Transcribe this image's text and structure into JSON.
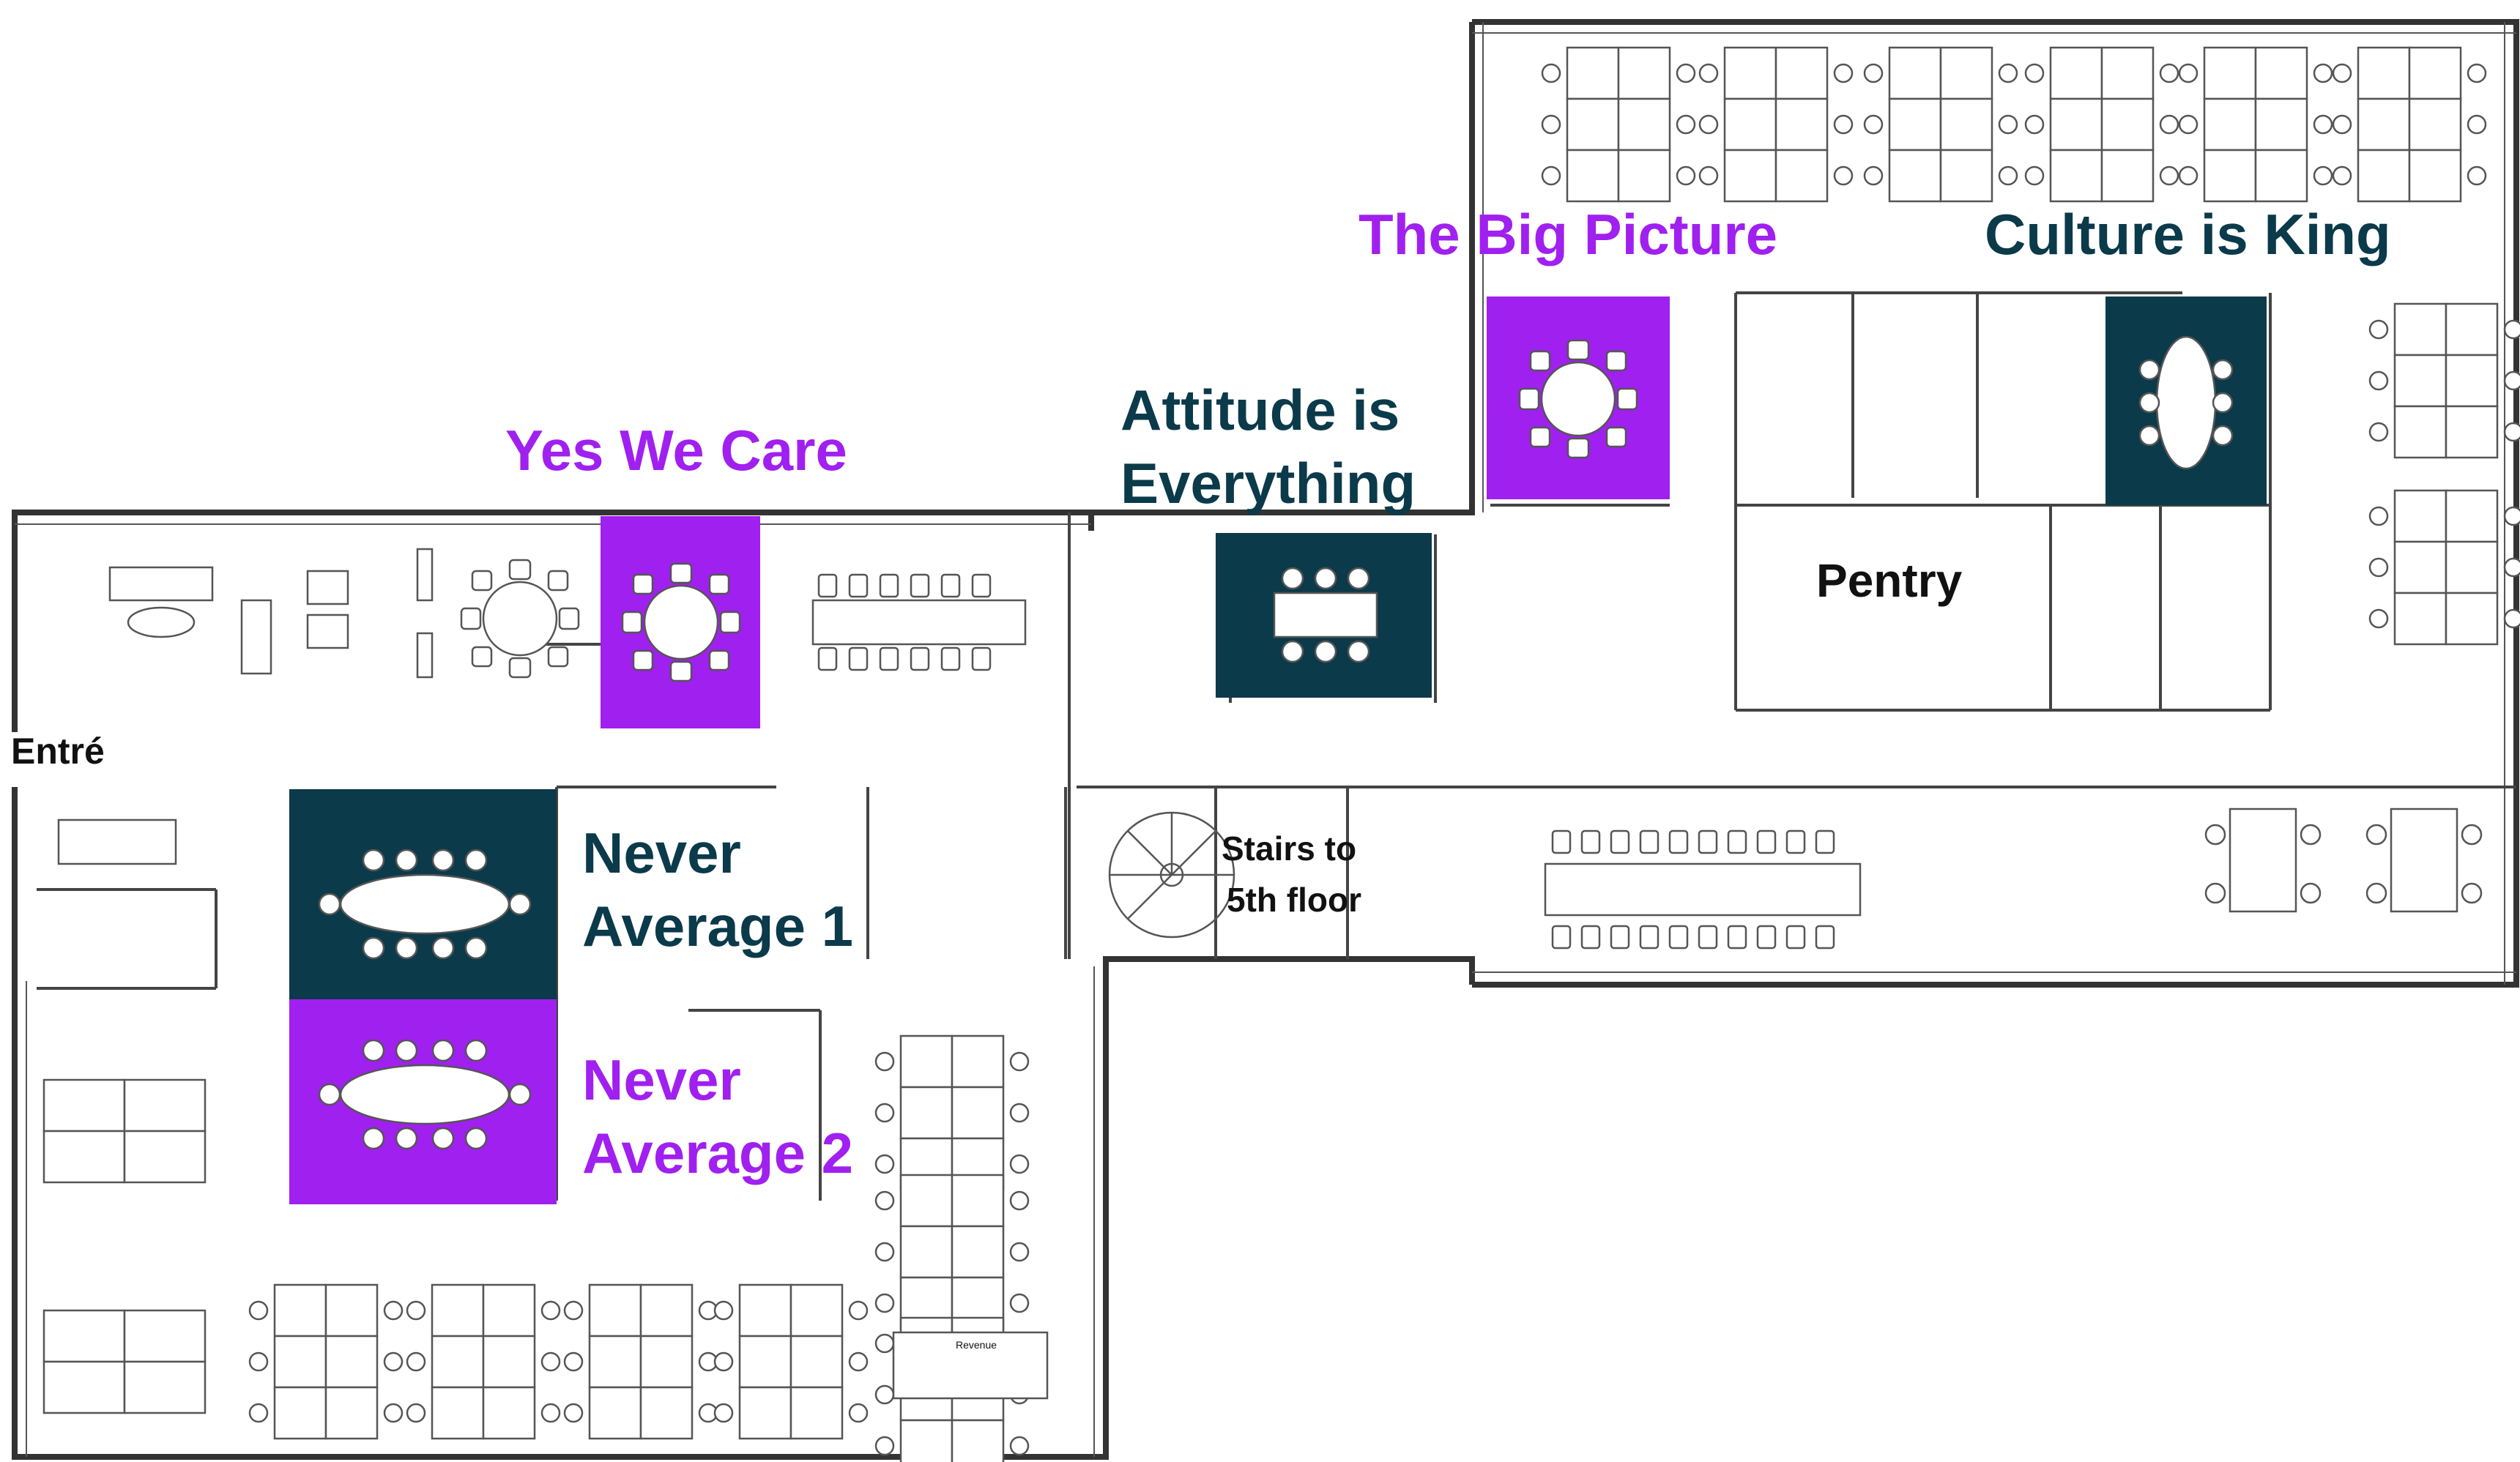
{
  "colors": {
    "purple": "#a020f0",
    "teal": "#0b3a4a",
    "wall": "#333333"
  },
  "rooms": [
    {
      "id": "yes-we-care",
      "label": "Yes We Care",
      "color": "purple"
    },
    {
      "id": "attitude-is-everything",
      "label_line1": "Attitude is",
      "label_line2": "Everything",
      "color": "teal"
    },
    {
      "id": "the-big-picture",
      "label": "The Big Picture",
      "color": "purple"
    },
    {
      "id": "culture-is-king",
      "label": "Culture is King",
      "color": "teal"
    },
    {
      "id": "never-average-1",
      "label_line1": "Never",
      "label_line2": "Average 1",
      "color": "teal"
    },
    {
      "id": "never-average-2",
      "label_line1": "Never",
      "label_line2": "Average 2",
      "color": "purple"
    }
  ],
  "areas": {
    "entrance": "Entré",
    "pantry": "Pentry",
    "stairs_line1": "Stairs to",
    "stairs_line2": "5th floor",
    "revenue": "Revenue"
  }
}
